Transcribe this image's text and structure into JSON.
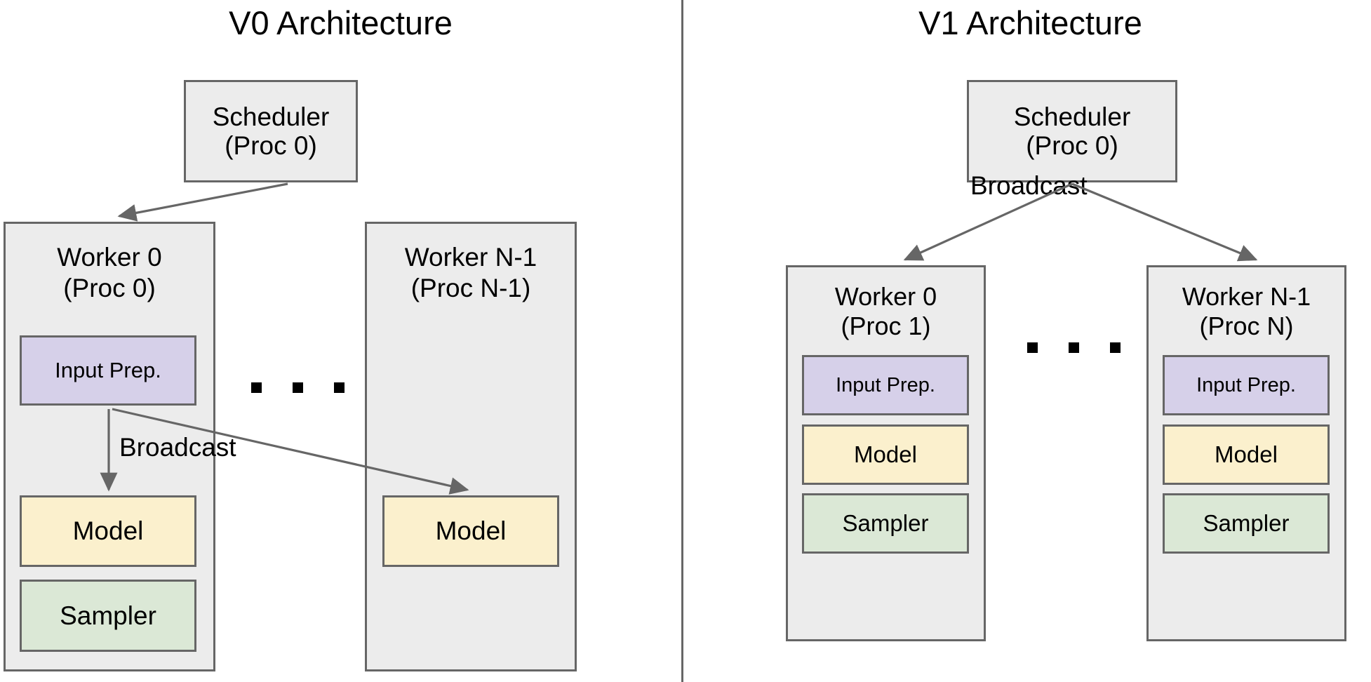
{
  "panels": [
    {
      "id": "v0",
      "title": "V0 Architecture",
      "scheduler": {
        "line1": "Scheduler",
        "line2": "(Proc 0)"
      },
      "workers": [
        {
          "line1": "Worker 0",
          "line2": "(Proc 0)",
          "blocks": [
            {
              "label": "Input Prep.",
              "color": "#d6d0e9"
            },
            {
              "label": "Model",
              "color": "#fbf0cd"
            },
            {
              "label": "Sampler",
              "color": "#dbe8d6"
            }
          ]
        },
        {
          "line1": "Worker N-1",
          "line2": "(Proc N-1)",
          "blocks": [
            {
              "label": "Model",
              "color": "#fbf0cd"
            }
          ]
        }
      ],
      "edge_labels": [
        "Broadcast"
      ],
      "ellipsis": "..."
    },
    {
      "id": "v1",
      "title": "V1 Architecture",
      "scheduler": {
        "line1": "Scheduler",
        "line2": "(Proc 0)"
      },
      "workers": [
        {
          "line1": "Worker 0",
          "line2": "(Proc 1)",
          "blocks": [
            {
              "label": "Input Prep.",
              "color": "#d6d0e9"
            },
            {
              "label": "Model",
              "color": "#fbf0cd"
            },
            {
              "label": "Sampler",
              "color": "#dbe8d6"
            }
          ]
        },
        {
          "line1": "Worker N-1",
          "line2": "(Proc N)",
          "blocks": [
            {
              "label": "Input Prep.",
              "color": "#d6d0e9"
            },
            {
              "label": "Model",
              "color": "#fbf0cd"
            },
            {
              "label": "Sampler",
              "color": "#dbe8d6"
            }
          ]
        }
      ],
      "edge_labels": [
        "Broadcast"
      ],
      "ellipsis": "..."
    }
  ],
  "colors": {
    "box_fill_grey": "#ececec",
    "box_fill_purple": "#d6d0e9",
    "box_fill_yellow": "#fbf0cd",
    "box_fill_green": "#dbe8d6",
    "stroke": "#666666",
    "divider": "#666666",
    "text": "#000000",
    "background": "#ffffff"
  }
}
